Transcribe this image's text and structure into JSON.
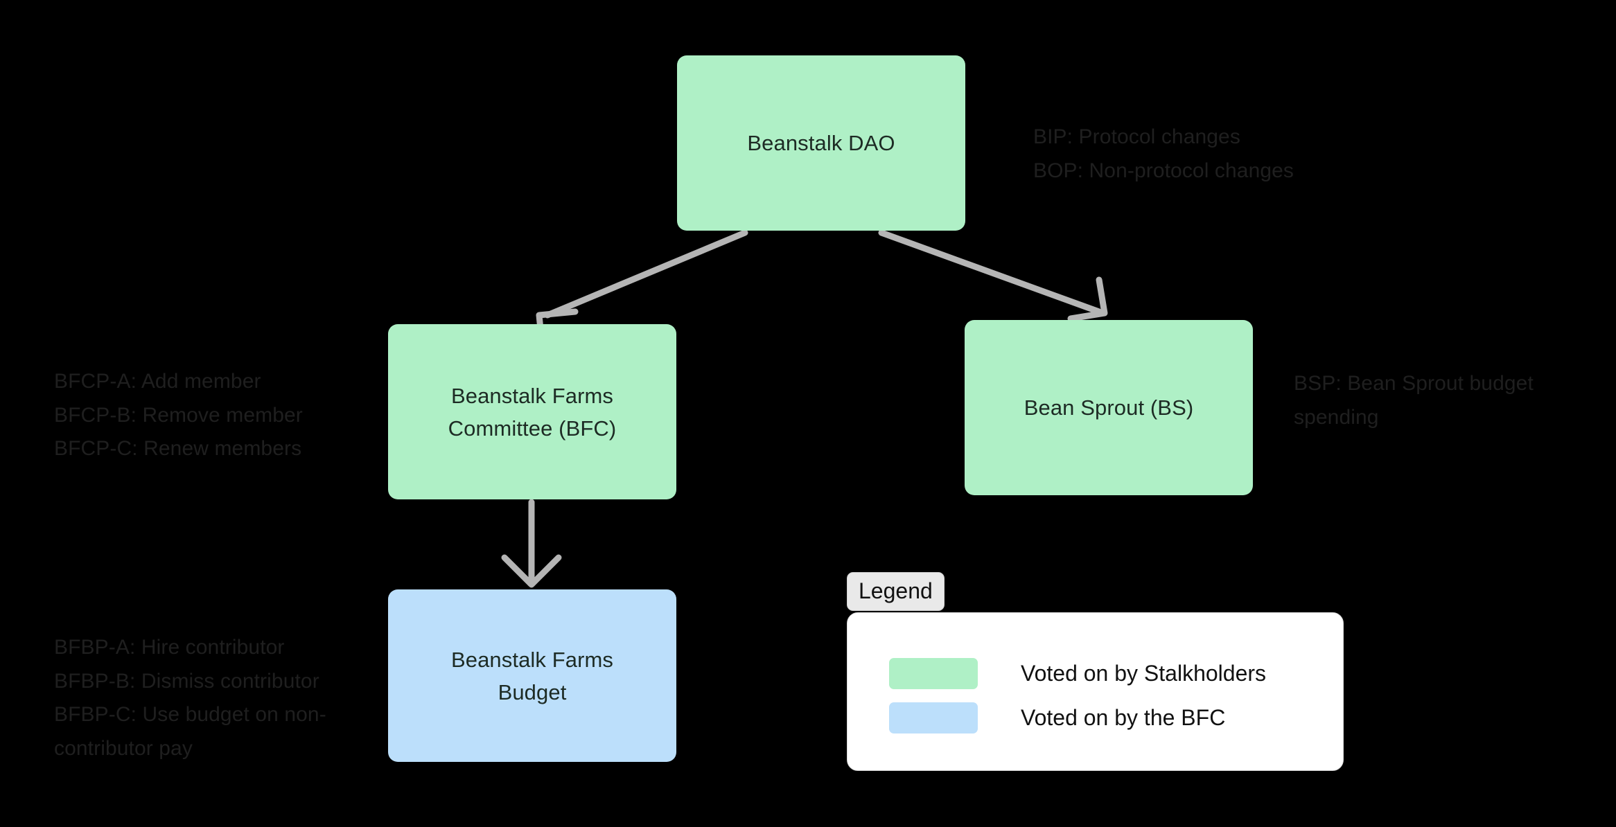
{
  "diagram": {
    "title": "Beanstalk DAO governance structure",
    "background_color": "#000000",
    "node_green_color": "#aff0c6",
    "node_blue_color": "#bcdffb",
    "edge_color": "#b5b5b5",
    "annotation_color": "#1f1f1f"
  },
  "nodes": {
    "dao": {
      "label": "Beanstalk DAO",
      "color": "#aff0c6"
    },
    "bfc": {
      "label": "Beanstalk Farms\nCommittee (BFC)",
      "color": "#aff0c6"
    },
    "bean_sprout": {
      "label": "Bean Sprout (BS)",
      "color": "#aff0c6"
    },
    "budget": {
      "label": "Beanstalk Farms\nBudget",
      "color": "#bcdffb"
    }
  },
  "annotations": {
    "dao_right": "BIP: Protocol changes\nBOP: Non-protocol changes",
    "bfc_left": "BFCP-A: Add member\nBFCP-B: Remove member\nBFCP-C: Renew members",
    "budget_left": "BFBP-A: Hire contributor\nBFBP-B: Dismiss contributor\nBFBP-C: Use budget on non-contributor pay",
    "bean_sprout_right": "BSP: Bean Sprout budget spending"
  },
  "legend": {
    "title": "Legend",
    "items": [
      {
        "swatch_color": "#aff0c6",
        "label": "Voted on by Stalkholders"
      },
      {
        "swatch_color": "#bcdffb",
        "label": "Voted on by the BFC"
      }
    ]
  },
  "edges": [
    {
      "from": "dao",
      "to": "bfc",
      "style": "arrow"
    },
    {
      "from": "dao",
      "to": "bean_sprout",
      "style": "arrow"
    },
    {
      "from": "bfc",
      "to": "budget",
      "style": "arrow"
    }
  ]
}
